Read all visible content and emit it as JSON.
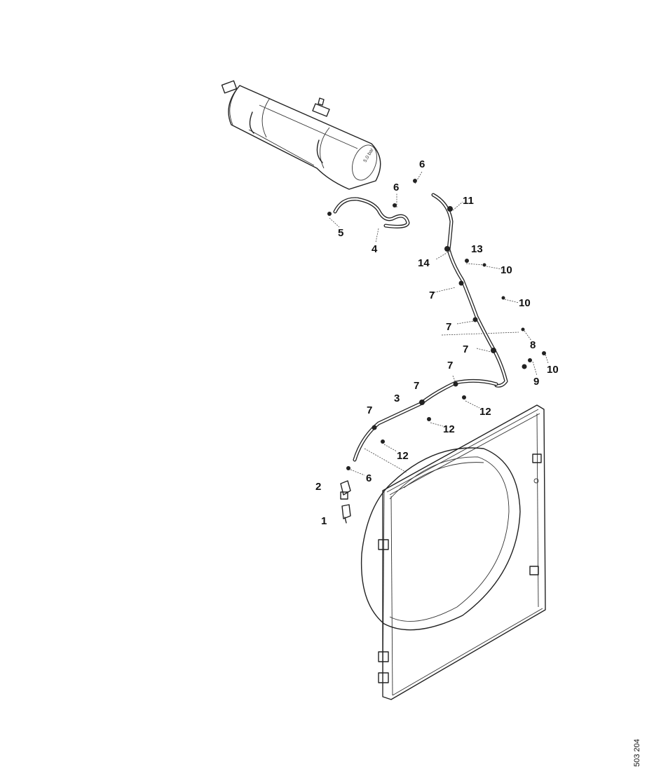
{
  "diagram": {
    "callouts": [
      {
        "id": "c1",
        "label": "1"
      },
      {
        "id": "c2",
        "label": "2"
      },
      {
        "id": "c3",
        "label": "3"
      },
      {
        "id": "c4",
        "label": "4"
      },
      {
        "id": "c5",
        "label": "5"
      },
      {
        "id": "c6a",
        "label": "6"
      },
      {
        "id": "c6b",
        "label": "6"
      },
      {
        "id": "c6c",
        "label": "6"
      },
      {
        "id": "c7a",
        "label": "7"
      },
      {
        "id": "c7b",
        "label": "7"
      },
      {
        "id": "c7c",
        "label": "7"
      },
      {
        "id": "c7d",
        "label": "7"
      },
      {
        "id": "c7e",
        "label": "7"
      },
      {
        "id": "c7f",
        "label": "7"
      },
      {
        "id": "c8",
        "label": "8"
      },
      {
        "id": "c9",
        "label": "9"
      },
      {
        "id": "c10a",
        "label": "10"
      },
      {
        "id": "c10b",
        "label": "10"
      },
      {
        "id": "c10c",
        "label": "10"
      },
      {
        "id": "c11",
        "label": "11"
      },
      {
        "id": "c12a",
        "label": "12"
      },
      {
        "id": "c12b",
        "label": "12"
      },
      {
        "id": "c12c",
        "label": "12"
      },
      {
        "id": "c13",
        "label": "13"
      },
      {
        "id": "c14",
        "label": "14"
      }
    ],
    "document_number": "503 204"
  }
}
